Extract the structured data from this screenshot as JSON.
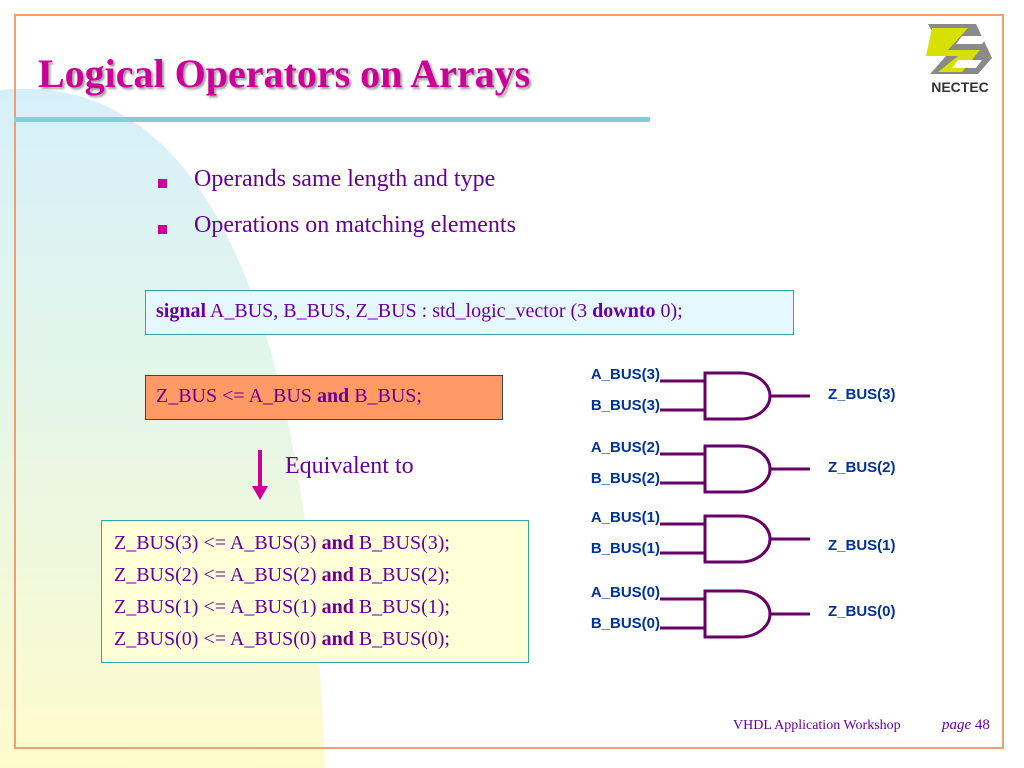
{
  "slide": {
    "title": "Logical Operators on Arrays",
    "bullets": [
      "Operands same length and type",
      "Operations on matching elements"
    ],
    "declaration": {
      "kw_signal": "signal",
      "middle": " A_BUS, B_BUS, Z_BUS : std_logic_vector (3 ",
      "kw_downto": "downto",
      "end": " 0);"
    },
    "assignment": {
      "left": "Z_BUS <= A_BUS ",
      "kw": "and",
      "right": " B_BUS;"
    },
    "equivalent_label": "Equivalent to",
    "equivalent_lines": [
      {
        "left": "Z_BUS(3) <= A_BUS(3) ",
        "kw": "and",
        "right": " B_BUS(3);"
      },
      {
        "left": "Z_BUS(2) <= A_BUS(2) ",
        "kw": "and",
        "right": " B_BUS(2);"
      },
      {
        "left": "Z_BUS(1) <= A_BUS(1) ",
        "kw": "and",
        "right": " B_BUS(1);"
      },
      {
        "left": "Z_BUS(0) <= A_BUS(0) ",
        "kw": "and",
        "right": " B_BUS(0);"
      }
    ],
    "gates": [
      {
        "a": "A_BUS(3)",
        "b": "B_BUS(3)",
        "z": "Z_BUS(3)"
      },
      {
        "a": "A_BUS(2)",
        "b": "B_BUS(2)",
        "z": "Z_BUS(2)"
      },
      {
        "a": "A_BUS(1)",
        "b": "B_BUS(1)",
        "z": "Z_BUS(1)"
      },
      {
        "a": "A_BUS(0)",
        "b": "B_BUS(0)",
        "z": "Z_BUS(0)"
      }
    ]
  },
  "logo": {
    "text": "NECTEC"
  },
  "footer": {
    "workshop": "VHDL Application Workshop",
    "page_word": "page",
    "page_number": "48"
  },
  "colors": {
    "title": "#cc0099",
    "text": "#660099",
    "gate": "#660066",
    "gate_label": "#003399",
    "bullet": "#cc0099",
    "frame": "#f0a070"
  }
}
